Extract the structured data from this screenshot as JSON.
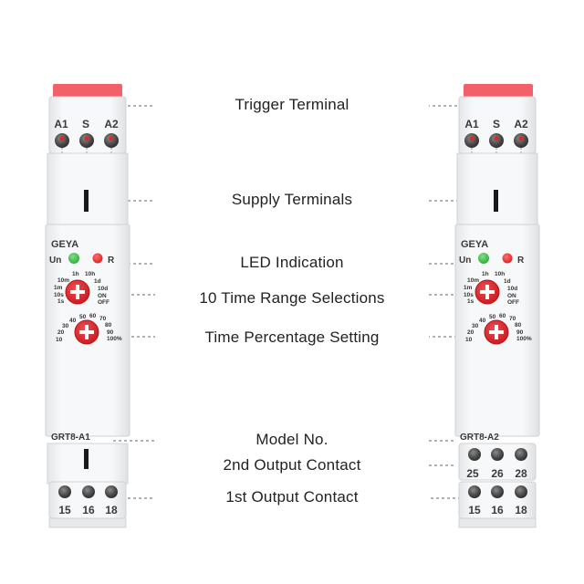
{
  "callouts": {
    "trigger": "Trigger Terminal",
    "supply": "Supply Terminals",
    "led": "LED Indication",
    "range": "10 Time Range Selections",
    "percent": "Time Percentage Setting",
    "model": "Model No.",
    "output2": "2nd Output Contact",
    "output1": "1st Output Contact"
  },
  "brand": "GEYA",
  "indicators": {
    "un": "Un",
    "r": "R"
  },
  "top_terminals": {
    "a1": "A1",
    "s": "S",
    "a2": "A2"
  },
  "range_dial": [
    "1s",
    "10s",
    "1m",
    "10m",
    "1h",
    "10h",
    "1d",
    "10d",
    "ON",
    "OFF"
  ],
  "percent_dial": [
    "10",
    "20",
    "30",
    "40",
    "50",
    "60",
    "70",
    "80",
    "90",
    "100%"
  ],
  "left_device": {
    "model": "GRT8-A1",
    "bottom_terminals": [
      "15",
      "16",
      "18"
    ]
  },
  "right_device": {
    "model": "GRT8-A2",
    "upper_terminals": [
      "25",
      "26",
      "28"
    ],
    "bottom_terminals": [
      "15",
      "16",
      "18"
    ]
  },
  "colors": {
    "led_green": "#2faa3a",
    "led_red": "#d81e1e",
    "knob_red": "#e0262b",
    "top_red": "#f2606a"
  }
}
